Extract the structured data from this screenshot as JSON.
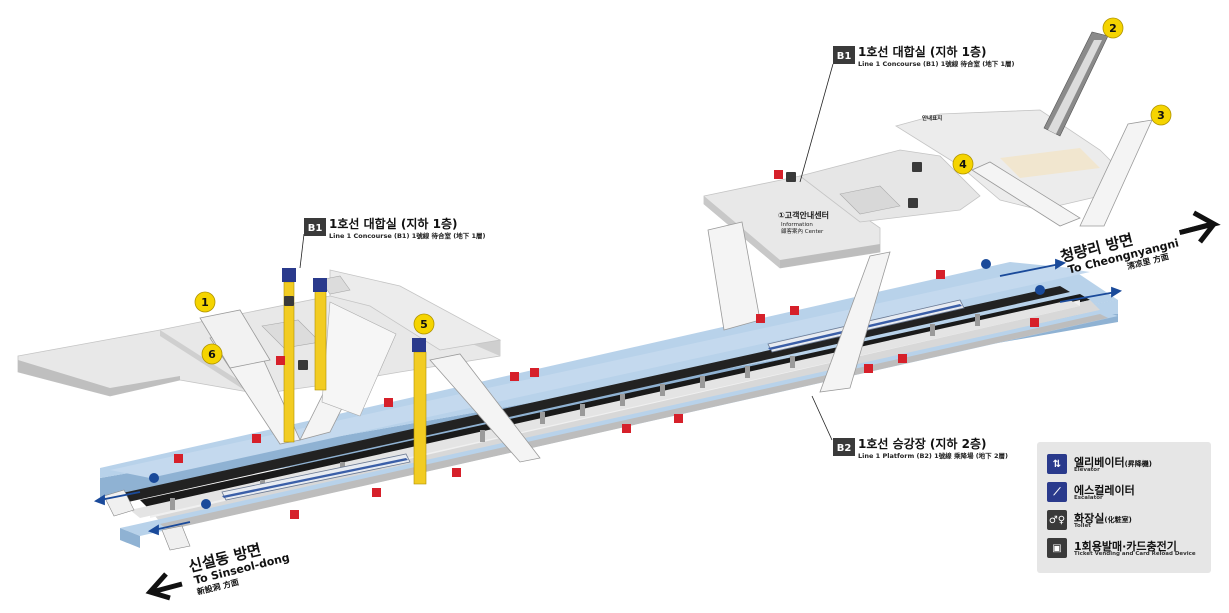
{
  "labels": {
    "b1_left": {
      "badge": "B1",
      "title": "1호선 대합실 (지하 1층)",
      "subtitle": "Line 1 Concourse (B1) 1號線 待合室 (地下 1層)"
    },
    "b1_right": {
      "badge": "B1",
      "title": "1호선 대합실 (지하 1층)",
      "subtitle": "Line 1 Concourse (B1) 1號線 待合室 (地下 1層)"
    },
    "b2": {
      "badge": "B2",
      "title": "1호선 승강장 (지하 2층)",
      "subtitle": "Line 1 Platform (B2) 1號線 乘降場 (地下 2層)"
    }
  },
  "info_center": {
    "ko": "①고객안내센터",
    "en1": "Information",
    "en2": "顧客案內 Center"
  },
  "exits": [
    "1",
    "2",
    "3",
    "4",
    "5",
    "6"
  ],
  "exit_sign": "안내표지",
  "directions": {
    "east": {
      "ko": "청량리 방면",
      "en": "To Cheongnyangni",
      "han": "淸凉里 方面"
    },
    "west": {
      "ko": "신설동 방면",
      "en": "To Sinseol-dong",
      "han": "新設洞 方面"
    }
  },
  "legend": [
    {
      "icon": "elevator-icon",
      "ko": "엘리베이터",
      "ko_extra": "(昇降機)",
      "en": "Elevator"
    },
    {
      "icon": "escalator-icon",
      "ko": "에스컬레이터",
      "ko_extra": "",
      "en": "Escalator"
    },
    {
      "icon": "toilet-icon",
      "ko": "화장실",
      "ko_extra": "(化粧室)",
      "en": "Toilet"
    },
    {
      "icon": "ticket-machine-icon",
      "ko": "1회용발매·카드충전기",
      "ko_extra": "",
      "en": "Ticket Vending and Card Reload Device"
    }
  ],
  "colors": {
    "platform_blue": "#b8d2ea",
    "concourse": "#e6e6e6",
    "track": "#1a1a1a",
    "exit_yellow": "#f5d400",
    "elevator_yellow": "#f2cc22",
    "badge_dark": "#3a3a3a",
    "red_sign": "#d6202a",
    "legend_bg": "#e6e6e6"
  }
}
